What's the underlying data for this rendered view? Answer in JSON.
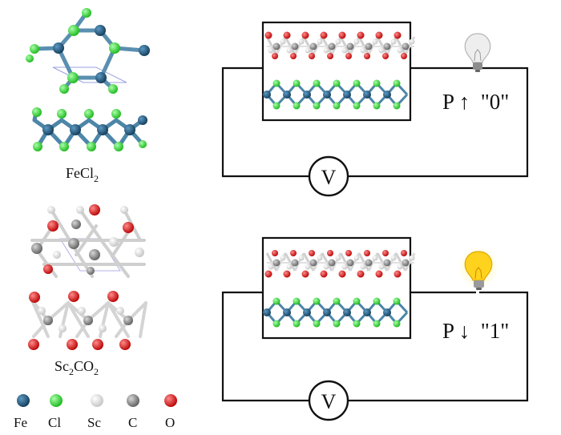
{
  "labels": {
    "fecl2_main": "FeCl",
    "fecl2_sub": "2",
    "sc2co2_a": "Sc",
    "sc2co2_a_sub": "2",
    "sc2co2_b": "CO",
    "sc2co2_b_sub": "2",
    "voltmeter_top": "V",
    "voltmeter_bottom": "V",
    "state_top": "P ↑  \"0\"",
    "state_bottom": "P ↓  \"1\""
  },
  "legend": [
    {
      "symbol": "Fe",
      "color": "#1f5a82"
    },
    {
      "symbol": "Cl",
      "color": "#2ee82e"
    },
    {
      "symbol": "Sc",
      "color": "#f4f4f4"
    },
    {
      "symbol": "C",
      "color": "#9a9a9a"
    },
    {
      "symbol": "O",
      "color": "#ee1c1c"
    }
  ],
  "colors": {
    "fe": "#1f5a82",
    "cl": "#2ee82e",
    "sc": "#f0f0f0",
    "c": "#9a9a9a",
    "o": "#ee1c1c",
    "bulb_off": "#e2e2e2",
    "bulb_on": "#ffd21e"
  }
}
